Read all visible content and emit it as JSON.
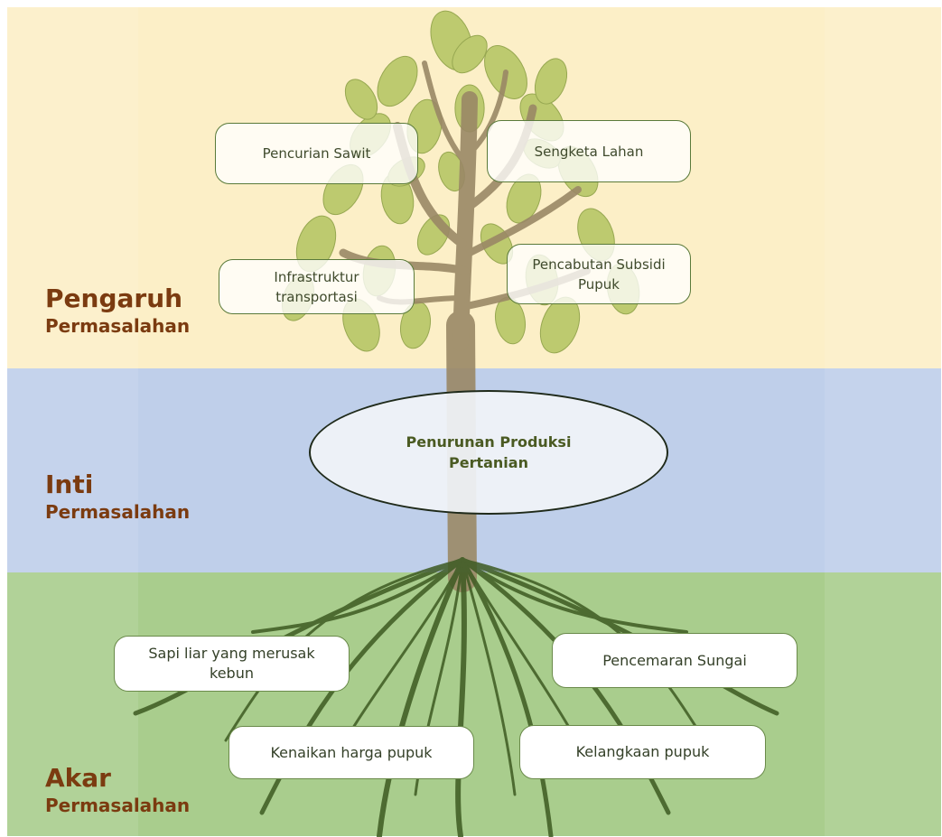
{
  "sections": {
    "top": {
      "title": "Pengaruh",
      "subtitle": "Permasalahan"
    },
    "middle": {
      "title": "Inti",
      "subtitle": "Permasalahan"
    },
    "bottom": {
      "title": "Akar",
      "subtitle": "Permasalahan"
    }
  },
  "core_problem": "Penurunan Produksi Pertanian",
  "effects": [
    "Pencurian Sawit",
    "Sengketa Lahan",
    "Infrastruktur transportasi",
    "Pencabutan Subsidi Pupuk"
  ],
  "causes": [
    "Sapi liar yang merusak kebun",
    "Pencemaran Sungai",
    "Kenaikan harga pupuk",
    "Kelangkaan pupuk"
  ],
  "colors": {
    "top_band": "#fcefc7",
    "middle_band": "#bfcfea",
    "bottom_band": "#a9cd8d",
    "label_text": "#7b3b10",
    "leaf": "#b5c466",
    "trunk": "#9a8866",
    "roots": "#3d5a22"
  }
}
